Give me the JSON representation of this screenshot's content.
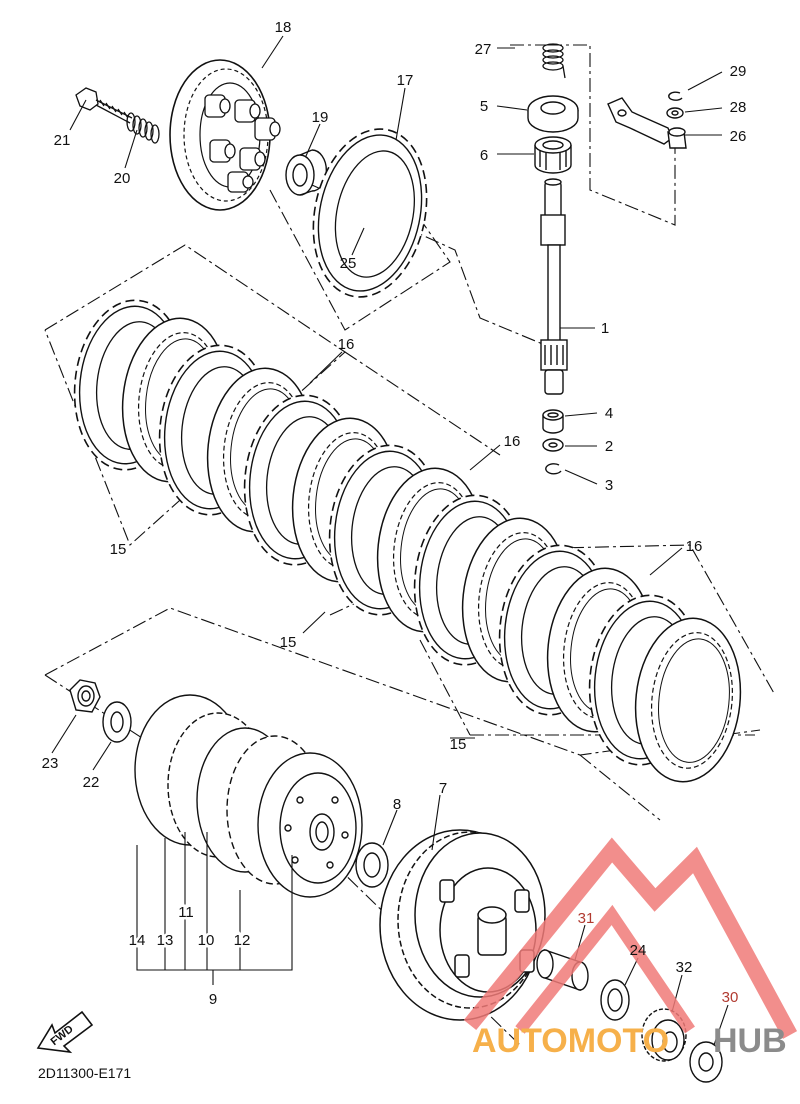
{
  "diagram": {
    "code": "2D11300-E171",
    "fwd_label": "FWD",
    "watermark": {
      "left": "AUTOMOTO",
      "right": "HUB",
      "triangle_color": "#f07a78",
      "left_color": "#f6b04a",
      "right_color": "#8b8b8b"
    },
    "colors": {
      "line": "#111111",
      "callout_red": "#c0392b"
    },
    "callouts": {
      "c1": "1",
      "c2": "2",
      "c3": "3",
      "c4": "4",
      "c5": "5",
      "c6": "6",
      "c7": "7",
      "c8": "8",
      "c9": "9",
      "c10": "10",
      "c11": "11",
      "c12": "12",
      "c13": "13",
      "c14": "14",
      "c15a": "15",
      "c15b": "15",
      "c15c": "15",
      "c16a": "16",
      "c16b": "16",
      "c16c": "16",
      "c17": "17",
      "c18": "18",
      "c19": "19",
      "c20": "20",
      "c21": "21",
      "c22": "22",
      "c23": "23",
      "c24": "24",
      "c25": "25",
      "c26": "26",
      "c27": "27",
      "c28": "28",
      "c29": "29",
      "c30": "30",
      "c31": "31",
      "c32": "32"
    }
  }
}
